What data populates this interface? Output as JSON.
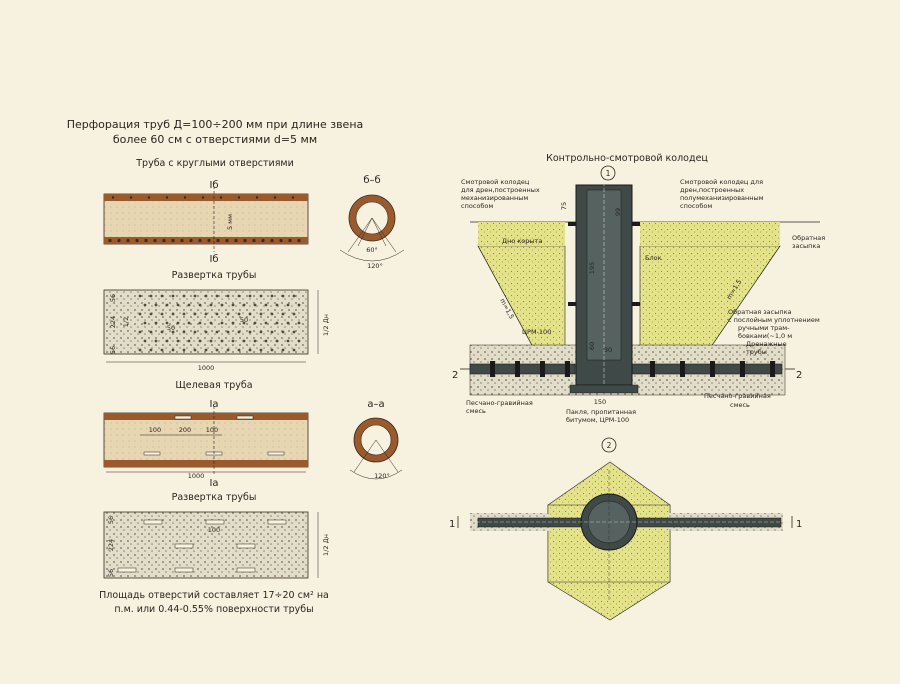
{
  "left": {
    "title_line1": "Перфорация труб Д=100÷200 мм при длине звена",
    "title_line2": "более 60 см с отверстиями d=5 мм",
    "round_holes_title": "Труба с круглыми отверстиями",
    "cut_b_top": "Iб",
    "cut_b_bottom": "Iб",
    "dim_5mm": "5 мм",
    "section_bb": "б–б",
    "angle_60": "60°",
    "angle_120": "120°",
    "unfold_title": "Развертка трубы",
    "dim_50a": "50",
    "dim_50b": "50",
    "dim_1000": "1000",
    "dim_half_dn": "1/2 Дн",
    "dim_1_2": "1/2",
    "dim_224": "224",
    "dim_56a": "56",
    "dim_56b": "56",
    "slotted_title": "Щелевая труба",
    "cut_a_top": "Iа",
    "cut_a_bottom": "Iа",
    "dim_100a": "100",
    "dim_200": "200",
    "dim_100b": "100",
    "dim_1000b": "1000",
    "section_aa": "а–а",
    "angle_120b": "120°",
    "unfold2_title": "Развертка  трубы",
    "dim_100c": "100",
    "dim_224b": "224",
    "dim_56c": "56",
    "dim_56d": "56",
    "dim_half_dn2": "1/2 Дн",
    "area_line1": "Площадь отверстий составляет 17÷20 см² на",
    "area_line2": "п.м. или 0.44-0.55% поверхности трубы"
  },
  "right": {
    "title": "Контрольно-смотровой колодец",
    "marker1": "1",
    "marker2": "2",
    "left_note_1": "Смотровой колодец",
    "left_note_2": "для дрен,построенных",
    "left_note_3": "механизированным",
    "left_note_4": "способом",
    "right_note_1": "Смотровой колодец для",
    "right_note_2": "дрен,построенных",
    "right_note_3": "полумеханизированным",
    "right_note_4": "способом",
    "trench_bottom": "Дно корыта",
    "block": "Блок",
    "backfill": "Обратная",
    "backfill2": "засыпка",
    "backfill_compact_1": "Обратная засыпка",
    "backfill_compact_2": "с послойным уплотнением",
    "backfill_compact_3": "ручными трам-",
    "backfill_compact_4": "бовками(~1,0 м",
    "drain_pipes_1": "Дренажные",
    "drain_pipes_2": "трубы",
    "csm100": "ЦРМ-100",
    "sand_gravel_left_1": "Песчано-гравийная",
    "sand_gravel_left_2": "смесь",
    "sand_gravel_right_1": "Песчано-гравийная",
    "sand_gravel_right_2": "смесь",
    "tow_1": "Пакля, пропитанная",
    "tow_2": "битумом, ЦРМ-100",
    "dim_150": "150",
    "dim_75": "75",
    "dim_99": "99",
    "dim_195": "195",
    "dim_30": "30",
    "dim_60": "60",
    "dim_m150": "m=1,5",
    "dim_m15b": "m=1,5",
    "cut2_left": "2",
    "cut2_right": "2",
    "cut1_left": "1",
    "cut1_right": "1"
  },
  "colors": {
    "background": "#f7f2df",
    "pipe_wall": "#9a5a2c",
    "pipe_fill": "#e6d6b2",
    "sand": "#e4e38a",
    "gravel": "#e2ddc8",
    "well": "#3f4a48",
    "ink": "#2a2420"
  }
}
